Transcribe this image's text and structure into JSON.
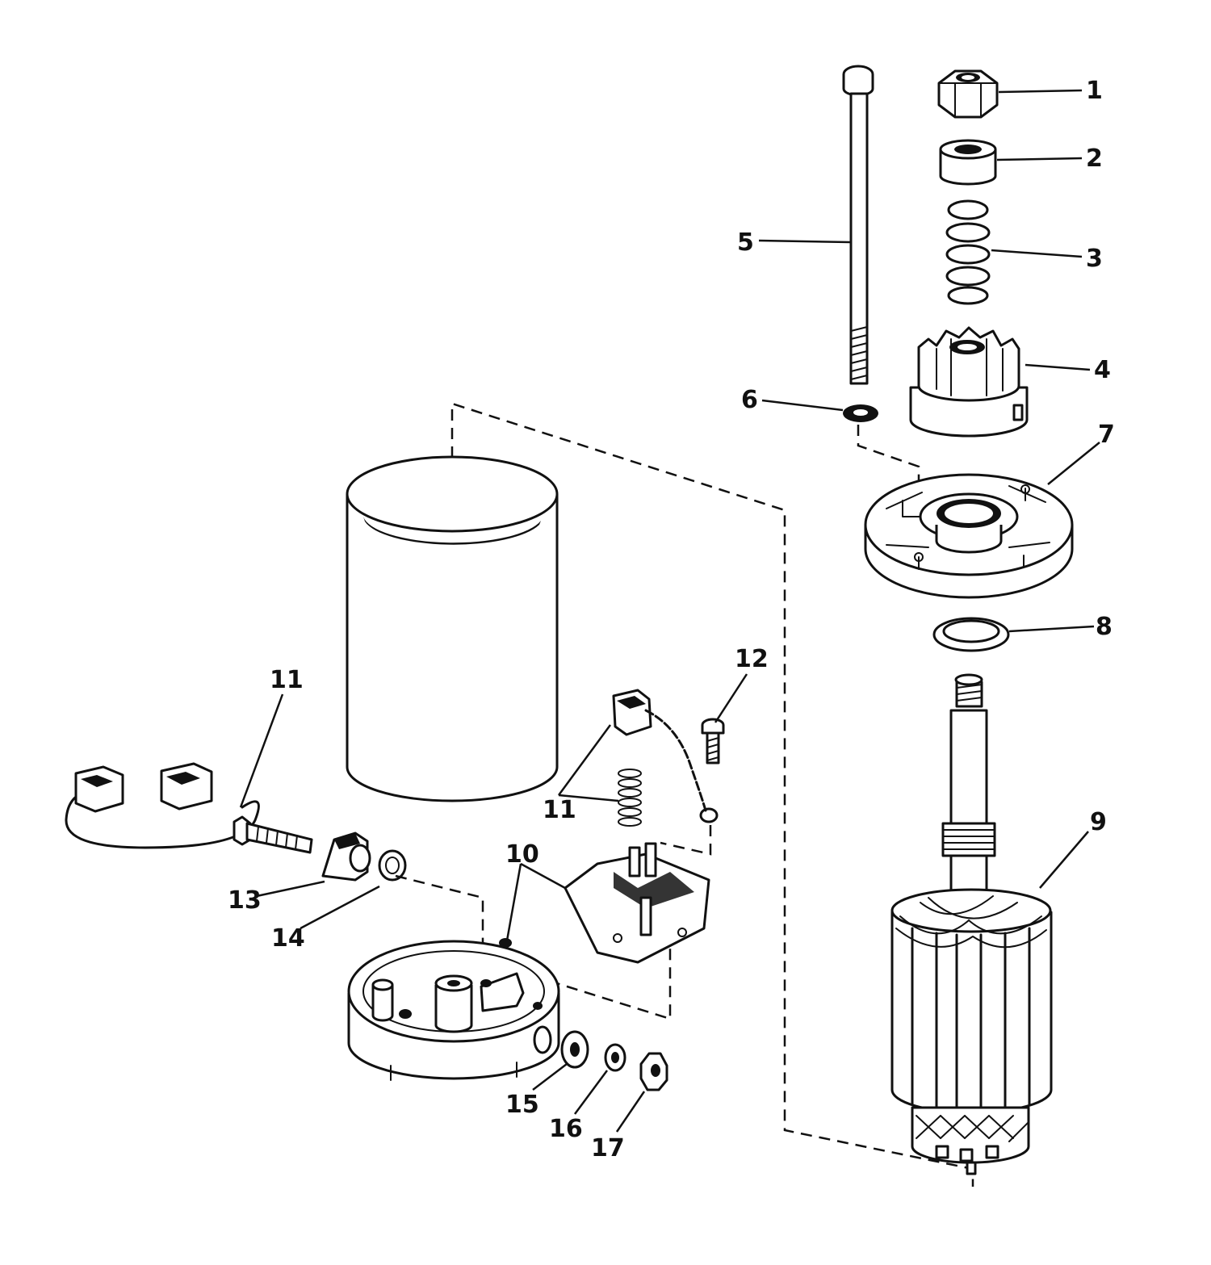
{
  "callouts": {
    "c1": "1",
    "c2": "2",
    "c3": "3",
    "c4": "4",
    "c5": "5",
    "c6": "6",
    "c7": "7",
    "c8": "8",
    "c9": "9",
    "c10": "10",
    "c11a": "11",
    "c11b": "11",
    "c12": "12",
    "c13": "13",
    "c14": "14",
    "c15": "15",
    "c16": "16",
    "c17": "17"
  },
  "parts": [
    {
      "id": "1",
      "icon": "hex-nut-icon"
    },
    {
      "id": "2",
      "icon": "spacer-icon"
    },
    {
      "id": "3",
      "icon": "spring-icon"
    },
    {
      "id": "4",
      "icon": "drive-pinion-icon"
    },
    {
      "id": "5",
      "icon": "thru-bolt-icon"
    },
    {
      "id": "6",
      "icon": "lock-washer-icon"
    },
    {
      "id": "7",
      "icon": "end-cap-icon"
    },
    {
      "id": "8",
      "icon": "thrust-washer-icon"
    },
    {
      "id": "9",
      "icon": "armature-icon"
    },
    {
      "id": "10",
      "icon": "brush-holder-icon"
    },
    {
      "id": "11",
      "icon": "brush-set-icon"
    },
    {
      "id": "12",
      "icon": "screw-icon"
    },
    {
      "id": "13",
      "icon": "terminal-insulator-icon"
    },
    {
      "id": "14",
      "icon": "washer-icon"
    },
    {
      "id": "15",
      "icon": "washer-icon"
    },
    {
      "id": "16",
      "icon": "lock-washer-icon"
    },
    {
      "id": "17",
      "icon": "hex-nut-icon"
    }
  ]
}
